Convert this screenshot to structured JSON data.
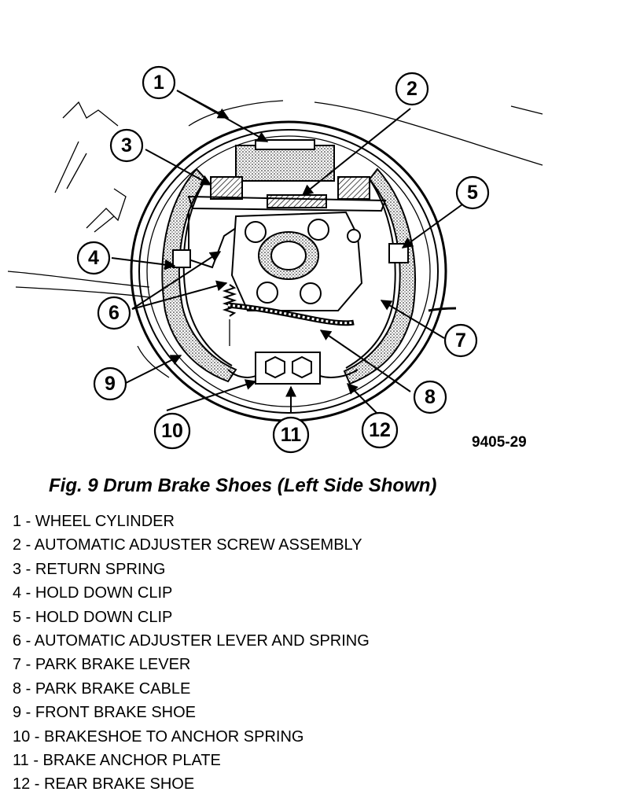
{
  "figure": {
    "caption": "Fig. 9 Drum Brake Shoes (Left Side Shown)",
    "code": "9405-29",
    "callouts": [
      "1",
      "2",
      "3",
      "4",
      "5",
      "6",
      "7",
      "8",
      "9",
      "10",
      "11",
      "12"
    ]
  },
  "legend": [
    {
      "text": "1 - WHEEL CYLINDER"
    },
    {
      "text": "2 - AUTOMATIC ADJUSTER SCREW ASSEMBLY"
    },
    {
      "text": "3 - RETURN SPRING"
    },
    {
      "text": "4 - HOLD DOWN CLIP"
    },
    {
      "text": "5 - HOLD DOWN CLIP"
    },
    {
      "text": "6 - AUTOMATIC ADJUSTER LEVER AND SPRING"
    },
    {
      "text": "7 - PARK BRAKE LEVER"
    },
    {
      "text": "8 - PARK BRAKE CABLE"
    },
    {
      "text": "9 - FRONT BRAKE SHOE"
    },
    {
      "text": "10 - BRAKESHOE TO ANCHOR SPRING"
    },
    {
      "text": "11 - BRAKE ANCHOR PLATE"
    },
    {
      "text": "12 - REAR BRAKE SHOE"
    }
  ]
}
